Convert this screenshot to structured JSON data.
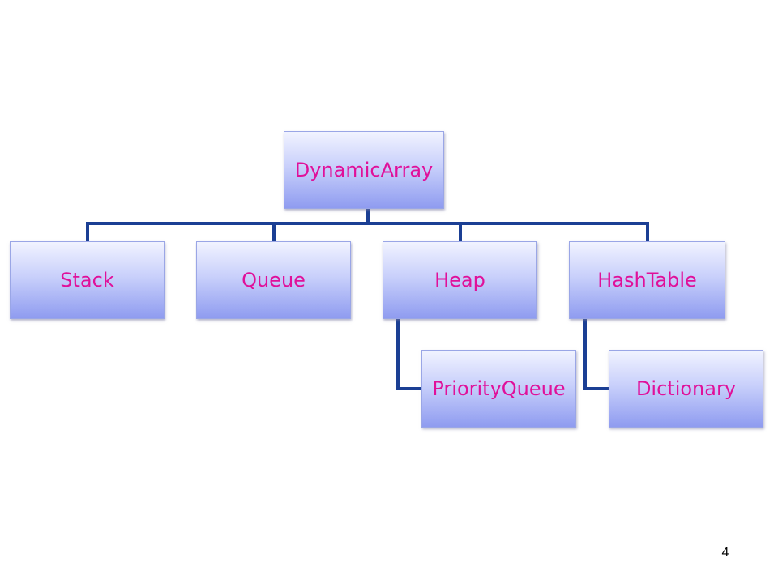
{
  "diagram": {
    "type": "hierarchy",
    "root": {
      "label": "DynamicArray"
    },
    "children": [
      {
        "label": "Stack"
      },
      {
        "label": "Queue"
      },
      {
        "label": "Heap",
        "children": [
          {
            "label": "PriorityQueue"
          }
        ]
      },
      {
        "label": "HashTable",
        "children": [
          {
            "label": "Dictionary"
          }
        ]
      }
    ],
    "colors": {
      "text": "#e0109a",
      "connector": "#1b3f94",
      "box_top": "#f1f3ff",
      "box_bottom": "#8f9cf0"
    }
  },
  "page_number": "4"
}
